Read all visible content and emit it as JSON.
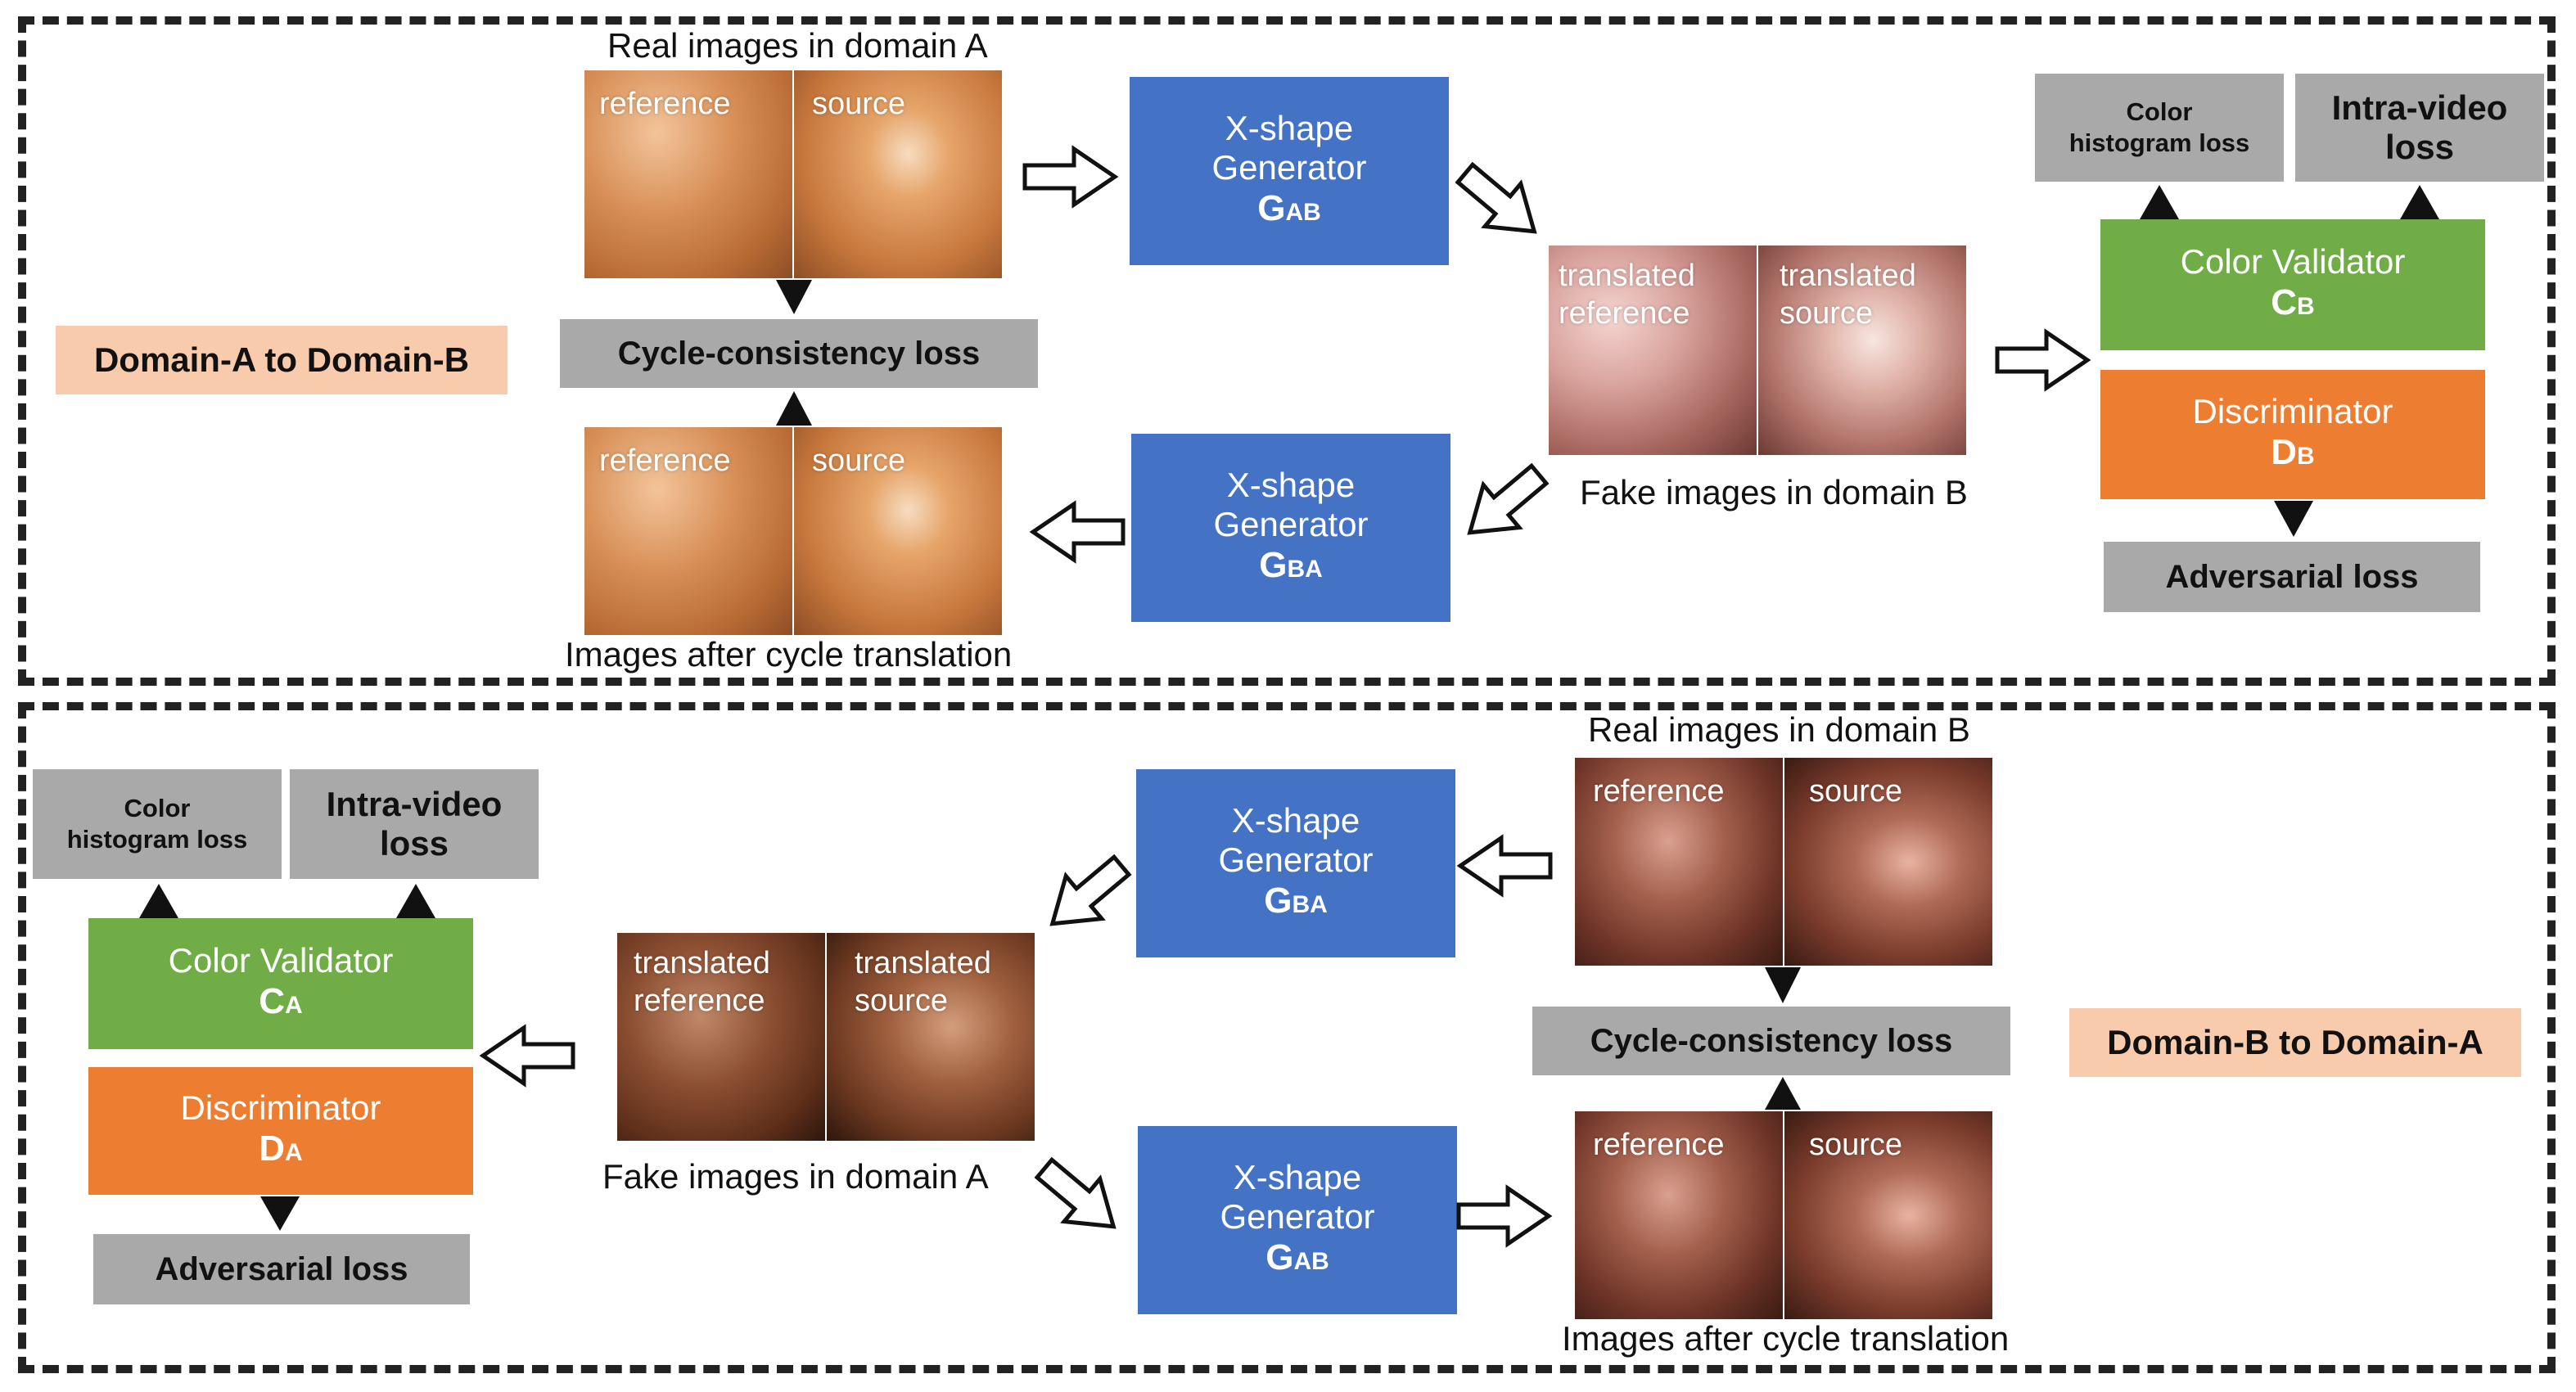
{
  "top": {
    "domain_label": "Domain-A to Domain-B",
    "real_caption": "Real images in domain A",
    "fake_caption": "Fake images in domain B",
    "cycle_caption": "Images after cycle translation",
    "img_ref": "reference",
    "img_src": "source",
    "img_tref_1": "translated",
    "img_tref_2": "reference",
    "img_tsrc_1": "translated",
    "img_tsrc_2": "source",
    "cycle_loss": "Cycle-consistency loss",
    "gen_ab": {
      "line1": "X-shape",
      "line2": "Generator",
      "sym": "G",
      "sub": "AB"
    },
    "gen_ba": {
      "line1": "X-shape",
      "line2": "Generator",
      "sym": "G",
      "sub": "BA"
    },
    "validator": {
      "line1": "Color Validator",
      "sym": "C",
      "sub": "B"
    },
    "discriminator": {
      "line1": "Discriminator",
      "sym": "D",
      "sub": "B"
    },
    "color_hist_1": "Color",
    "color_hist_2": "histogram loss",
    "intra_1": "Intra-video",
    "intra_2": "loss",
    "adversarial": "Adversarial loss"
  },
  "bottom": {
    "domain_label": "Domain-B to Domain-A",
    "real_caption": "Real images in domain B",
    "fake_caption": "Fake images in domain A",
    "cycle_caption": "Images after cycle translation",
    "img_ref": "reference",
    "img_src": "source",
    "img_tref_1": "translated",
    "img_tref_2": "reference",
    "img_tsrc_1": "translated",
    "img_tsrc_2": "source",
    "cycle_loss": "Cycle-consistency loss",
    "gen_ba": {
      "line1": "X-shape",
      "line2": "Generator",
      "sym": "G",
      "sub": "BA"
    },
    "gen_ab": {
      "line1": "X-shape",
      "line2": "Generator",
      "sym": "G",
      "sub": "AB"
    },
    "validator": {
      "line1": "Color Validator",
      "sym": "C",
      "sub": "A"
    },
    "discriminator": {
      "line1": "Discriminator",
      "sym": "D",
      "sub": "A"
    },
    "color_hist_1": "Color",
    "color_hist_2": "histogram loss",
    "intra_1": "Intra-video",
    "intra_2": "loss",
    "adversarial": "Adversarial loss"
  },
  "colors": {
    "generator": "#4472c4",
    "validator": "#70ad47",
    "discriminator": "#ed7d31",
    "loss": "#a9a9a9",
    "domain_label": "#f8cbad"
  }
}
